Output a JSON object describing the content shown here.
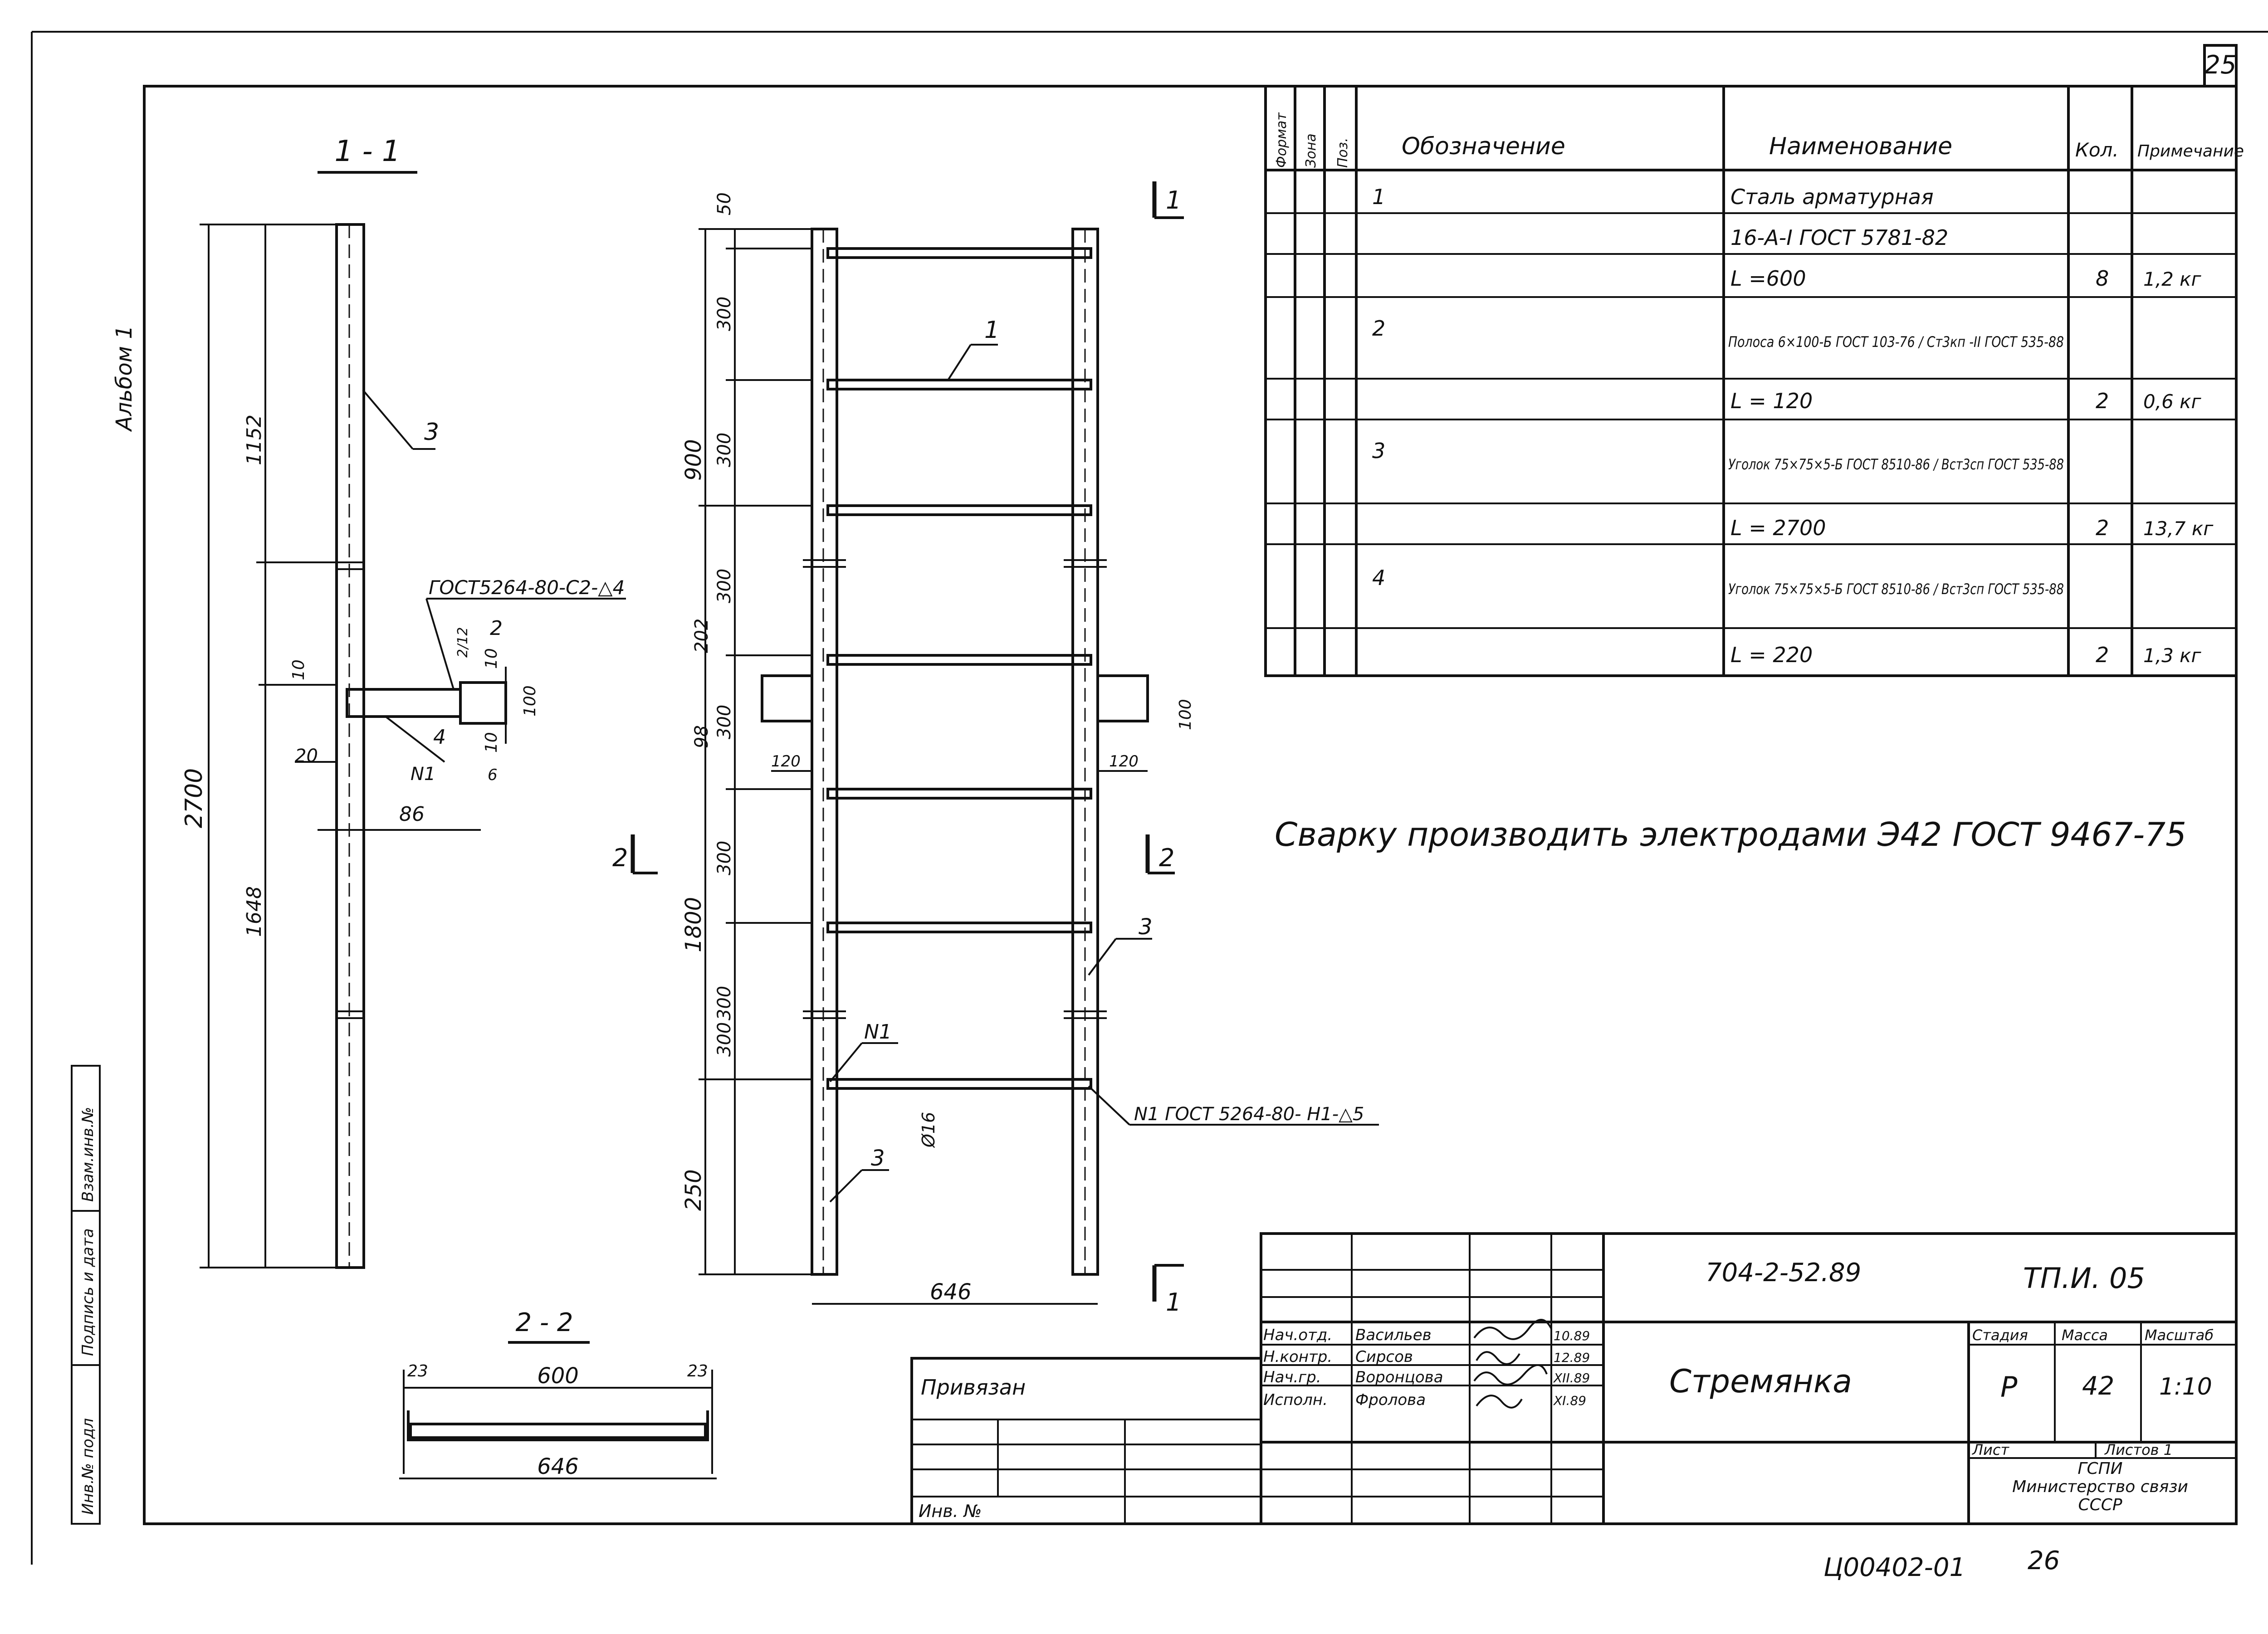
{
  "sheet_number": "25",
  "side_stamp": {
    "album": "Альбом 1",
    "inv_label": "Инв.№ подл",
    "sign_date": "Подпись и дата",
    "replace_inv": "Взам.инв.№"
  },
  "section_1_1": {
    "title": "1 - 1",
    "dim_total": "2700",
    "dim_upper": "1152",
    "dim_lower": "1648",
    "pos_3": "3",
    "weld_note": "ГОСТ5264-80-С2-△4",
    "pos_2": "2",
    "pos_4": "4",
    "n1": "N1",
    "d10a": "10",
    "d10b": "10",
    "d10c": "10",
    "d100": "100",
    "d20": "20",
    "d86": "86",
    "d6": "6",
    "d212": "2/12"
  },
  "elevation": {
    "cut_1": "1",
    "cut_1b": "1",
    "cut_2": "2",
    "cut_2b": "2",
    "dim_50": "50",
    "dim_300_a": "300",
    "dim_300_b": "300",
    "dim_900": "900",
    "dim_300_c": "300",
    "dim_202": "202",
    "dim_300_d": "300",
    "dim_98": "98",
    "dim_300_e": "300",
    "dim_300_f": "300",
    "dim_1800": "1800",
    "dim_300_g": "300",
    "dim_250": "250",
    "dim_120_l": "120",
    "dim_120_r": "120",
    "dim_100": "100",
    "dim_646": "646",
    "pos_1": "1",
    "pos_3_a": "3",
    "pos_3_b": "3",
    "n1": "N1",
    "weld_note": "N1 ГОСТ 5264-80- Н1-△5",
    "dia": "Ø16"
  },
  "section_2_2": {
    "title": "2 - 2",
    "dim_23_l": "23",
    "dim_600": "600",
    "dim_23_r": "23",
    "dim_646": "646"
  },
  "spec": {
    "headers": [
      "Формат",
      "Зона",
      "Поз.",
      "Обозначение",
      "Наименование",
      "Кол.",
      "Примечание"
    ],
    "rows": [
      {
        "pos": "1",
        "name": "Сталь арматурная",
        "qty": "",
        "note": ""
      },
      {
        "pos": "",
        "name": "16-А-I ГОСТ 5781-82",
        "qty": "",
        "note": ""
      },
      {
        "pos": "",
        "name": "L =600",
        "qty": "8",
        "note": "1,2 кг"
      },
      {
        "pos": "2",
        "name": "Полоса 6×100-Б ГОСТ 103-76 / Ст3кп -II ГОСТ 535-88",
        "qty": "",
        "note": ""
      },
      {
        "pos": "",
        "name": "L = 120",
        "qty": "2",
        "note": "0,6 кг"
      },
      {
        "pos": "3",
        "name": "Уголок 75×75×5-Б ГОСТ 8510-86 / Вст3сп ГОСТ 535-88",
        "qty": "",
        "note": ""
      },
      {
        "pos": "",
        "name": "L = 2700",
        "qty": "2",
        "note": "13,7 кг"
      },
      {
        "pos": "4",
        "name": "Уголок 75×75×5-Б ГОСТ 8510-86 / Вст3сп ГОСТ 535-88",
        "qty": "",
        "note": ""
      },
      {
        "pos": "",
        "name": "L = 220",
        "qty": "2",
        "note": "1,3 кг"
      }
    ]
  },
  "welding_note": "Сварку производить электродами Э42 ГОСТ 9467-75",
  "title_block": {
    "doc_code": "704-2-52.89",
    "sheet_code": "ТП.И. 05",
    "product": "Стремянка",
    "stage_label": "Стадия",
    "mass_label": "Масса",
    "scale_label": "Масштаб",
    "stage": "Р",
    "mass": "42",
    "scale": "1:10",
    "sheet_label": "Лист",
    "sheets_label": "Листов 1",
    "org_line1": "ГСПИ",
    "org_line2": "Министерство связи",
    "org_line3": "СССР",
    "people": [
      {
        "role": "Нач.отд.",
        "name": "Васильев",
        "date": "10.89"
      },
      {
        "role": "Н.контр.",
        "name": "Сирсов",
        "date": "12.89"
      },
      {
        "role": "Нач.гр.",
        "name": "Воронцова",
        "date": "XII.89"
      },
      {
        "role": "Исполн.",
        "name": "Фролова",
        "date": "XI.89"
      }
    ]
  },
  "binding_label": "Привязан",
  "inv_label": "Инв. №",
  "bottom_code": "Ц00402-01",
  "bottom_page": "26"
}
